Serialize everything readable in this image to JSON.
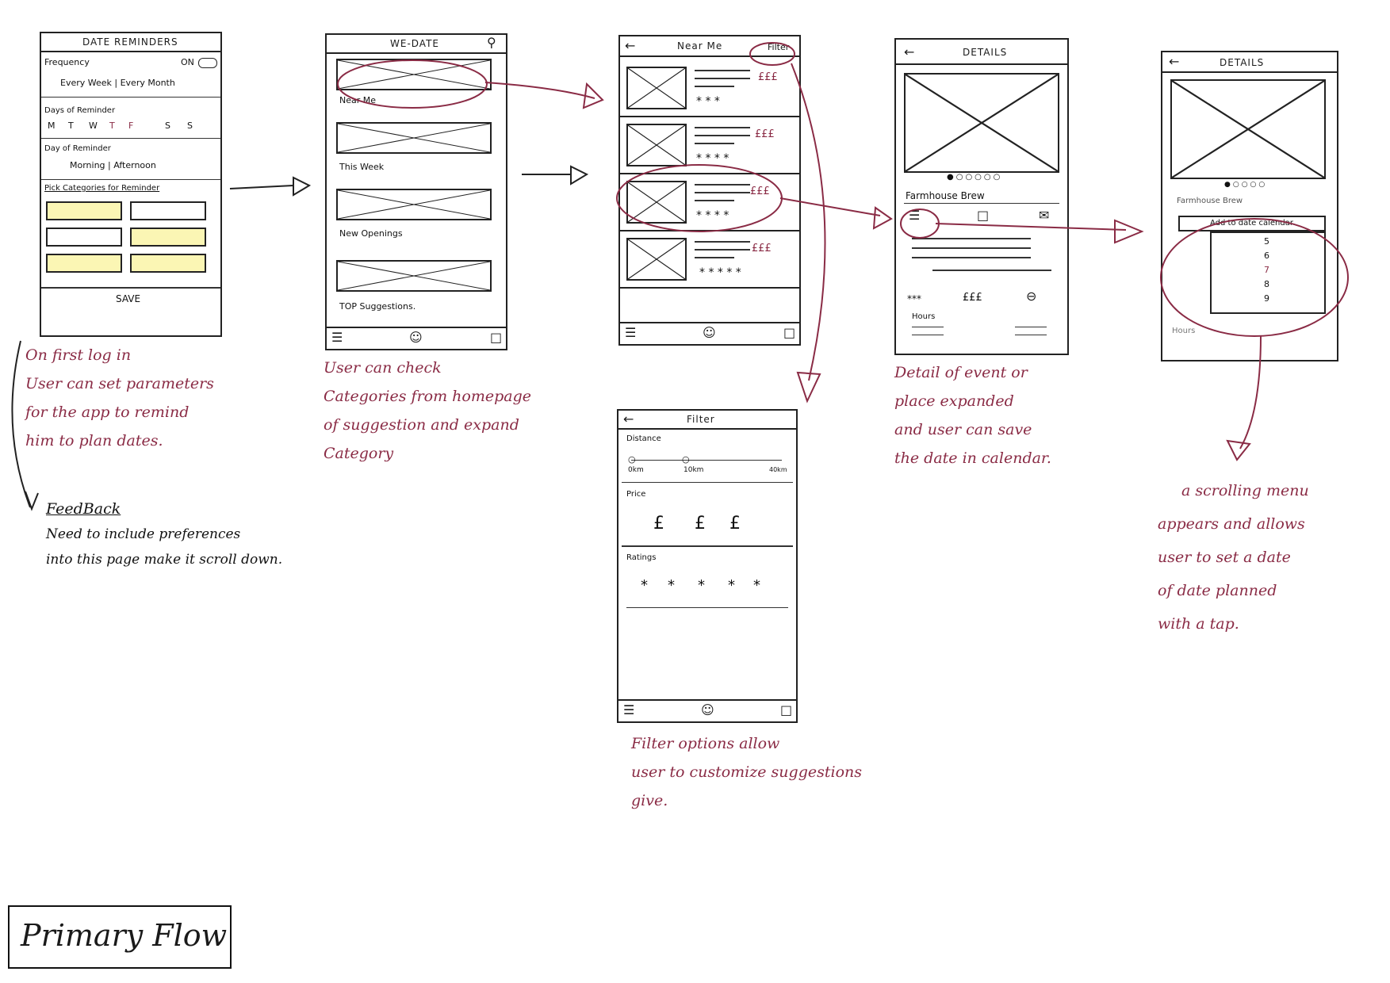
{
  "colors": {
    "annotation": "#8a2b45",
    "ink": "#1a1a1a",
    "highlight": "#fbf6b4"
  },
  "screen_reminders": {
    "title": "DATE REMINDERS",
    "frequency_label": "Frequency",
    "toggle_label": "ON",
    "frequency_options": "Every Week | Every Month",
    "days_label": "Days of Reminder",
    "days": [
      "M",
      "T",
      "W",
      "T",
      "F",
      "S",
      "S"
    ],
    "day_of_label": "Day of Reminder",
    "time_options": "Morning | Afternoon",
    "pick_label": "Pick Categories for Reminder",
    "save_label": "SAVE"
  },
  "screen_home": {
    "title": "WE-DATE",
    "sections": [
      "Near Me",
      "This Week",
      "New Openings",
      "TOP Suggestions."
    ]
  },
  "screen_near_me": {
    "title": "Near Me",
    "filter_label": "Filter",
    "items": [
      {
        "price": "£££",
        "rating": "* * *"
      },
      {
        "price": "£££",
        "rating": "* * * *"
      },
      {
        "price": "£££",
        "rating": "* * * *"
      },
      {
        "price": "£££",
        "rating": "* * * * *"
      }
    ]
  },
  "screen_details": {
    "title": "DETAILS",
    "name": "Farmhouse Brew",
    "rating": "***",
    "price": "£££",
    "hours_label": "Hours"
  },
  "screen_details_calendar": {
    "title": "DETAILS",
    "name": "Farmhouse Brew",
    "add_label": "Add to date calendar",
    "dates": [
      "5",
      "6",
      "7",
      "8",
      "9"
    ],
    "hours_label": "Hours"
  },
  "screen_filter": {
    "title": "Filter",
    "distance_label": "Distance",
    "distance_ticks": [
      "0km",
      "10km",
      "40km"
    ],
    "price_label": "Price",
    "price_options": [
      "£",
      "£",
      "£"
    ],
    "ratings_label": "Ratings",
    "rating_options": [
      "*",
      "*",
      "*",
      "*",
      "*"
    ]
  },
  "notes": {
    "reminders": [
      "On first log in",
      "User can set parameters",
      "for the app to remind",
      "him to plan dates."
    ],
    "feedback_title": "FeedBack",
    "feedback": [
      "Need to include preferences",
      "into this page make it scroll down."
    ],
    "home": [
      "User can check",
      "Categories from homepage",
      "of suggestion and expand",
      "Category"
    ],
    "details": [
      "Detail of event or",
      "place expanded",
      "and user can save",
      "the date in calendar."
    ],
    "filter": [
      "Filter options allow",
      "user to customize suggestions",
      "give."
    ],
    "calendar": [
      "a scrolling menu",
      "appears and allows",
      "user to set a date",
      "of date planned",
      "with a tap."
    ]
  },
  "flow_title": "Primary Flow"
}
